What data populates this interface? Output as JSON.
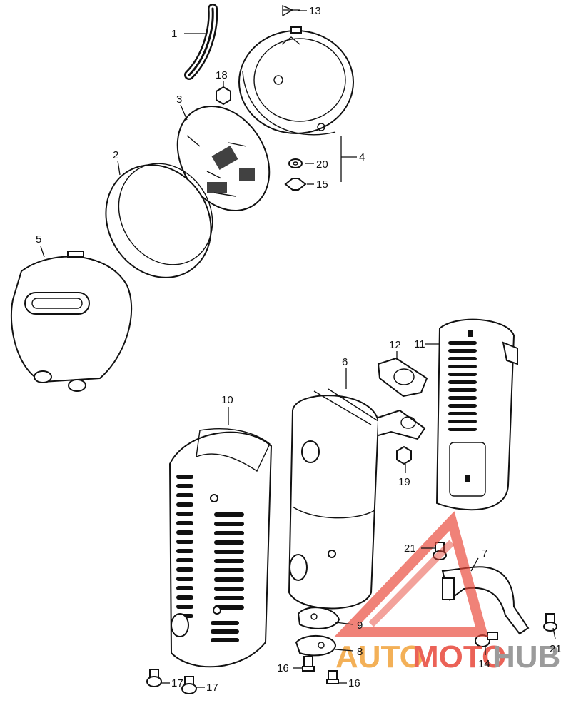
{
  "callouts": [
    {
      "id": "1",
      "label": "1"
    },
    {
      "id": "2",
      "label": "2"
    },
    {
      "id": "3",
      "label": "3"
    },
    {
      "id": "4",
      "label": "4"
    },
    {
      "id": "5",
      "label": "5"
    },
    {
      "id": "6",
      "label": "6"
    },
    {
      "id": "7",
      "label": "7"
    },
    {
      "id": "8",
      "label": "8"
    },
    {
      "id": "9",
      "label": "9"
    },
    {
      "id": "10",
      "label": "10"
    },
    {
      "id": "11",
      "label": "11"
    },
    {
      "id": "12",
      "label": "12"
    },
    {
      "id": "13",
      "label": "13"
    },
    {
      "id": "14",
      "label": "14"
    },
    {
      "id": "15",
      "label": "15"
    },
    {
      "id": "16a",
      "label": "16"
    },
    {
      "id": "16b",
      "label": "16"
    },
    {
      "id": "17a",
      "label": "17"
    },
    {
      "id": "17b",
      "label": "17"
    },
    {
      "id": "18",
      "label": "18"
    },
    {
      "id": "19",
      "label": "19"
    },
    {
      "id": "20",
      "label": "20"
    },
    {
      "id": "21a",
      "label": "21"
    },
    {
      "id": "21b",
      "label": "21"
    }
  ],
  "watermark": {
    "part1": "AUTO",
    "part2": "MOTO",
    "part3": "HUB",
    "color_red": "#e8473a",
    "color_orange": "#f2a33a",
    "color_gray": "#8a8a8a"
  }
}
